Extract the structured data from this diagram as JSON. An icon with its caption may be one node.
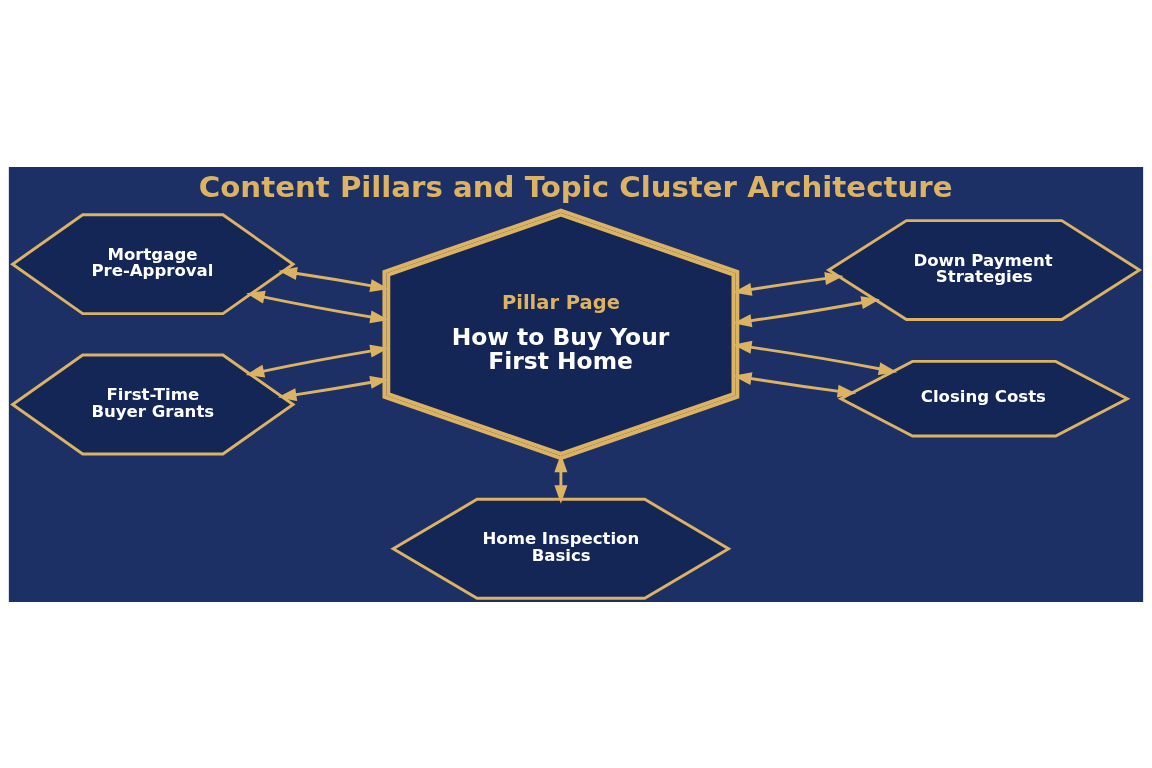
{
  "diagram": {
    "title": "Content Pillars and Topic Cluster Architecture",
    "nodes": [
      {
        "text": [
          "Mortgage Pre-Approval"
        ]
      },
      {
        "text": [
          "Down Payment Strategies"
        ]
      },
      {
        "text": [
          "Pillar Page",
          "How to Buy Your First Home"
        ]
      },
      {
        "text": [
          "First-Time Buyer Grants"
        ]
      },
      {
        "text": [
          "Closing Costs"
        ]
      },
      {
        "text": [
          "Home Inspection Basics"
        ]
      }
    ],
    "edges": [
      {
        "from": 0,
        "to": 2,
        "arrow": "both"
      },
      {
        "from": 0,
        "to": 2,
        "arrow": "both"
      },
      {
        "from": 2,
        "to": 1,
        "arrow": "both"
      },
      {
        "from": 2,
        "to": 1,
        "arrow": "both"
      },
      {
        "from": 3,
        "to": 2,
        "arrow": "both"
      },
      {
        "from": 3,
        "to": 2,
        "arrow": "both"
      },
      {
        "from": 2,
        "to": 4,
        "arrow": "both"
      },
      {
        "from": 2,
        "to": 4,
        "arrow": "both"
      },
      {
        "from": 2,
        "to": 5,
        "arrow": "both"
      }
    ]
  }
}
